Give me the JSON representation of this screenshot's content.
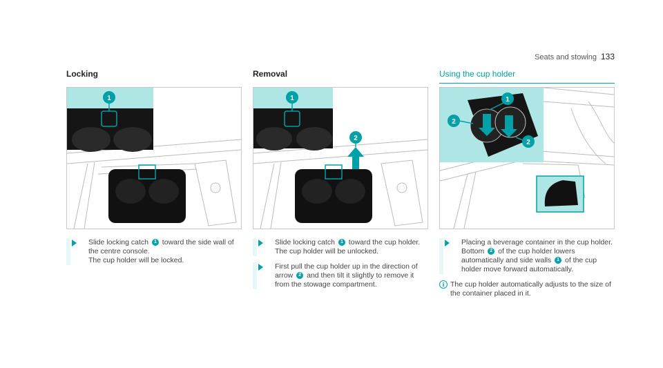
{
  "header": {
    "section": "Seats and stowing",
    "page": "133"
  },
  "columns": [
    {
      "title": "Locking",
      "callouts": [
        "1"
      ],
      "steps": [
        {
          "parts": [
            "Slide locking catch ",
            "1",
            " toward the side wall of the centre console."
          ],
          "result": "The cup holder will be locked."
        }
      ]
    },
    {
      "title": "Removal",
      "callouts": [
        "1",
        "2"
      ],
      "steps": [
        {
          "parts": [
            "Slide locking catch ",
            "1",
            " toward the cup holder."
          ],
          "result": "The cup holder will be unlocked."
        },
        {
          "parts": [
            "First pull the cup holder up in the direction of arrow ",
            "2",
            " and then tilt it slightly to remove it from the stowage compartment."
          ],
          "result": ""
        }
      ]
    },
    {
      "title": "Using the cup holder",
      "callouts": [
        "1",
        "2",
        "2"
      ],
      "steps": [
        {
          "parts": [
            "Placing a beverage container in the cup holder."
          ],
          "result": ""
        }
      ],
      "detail": {
        "parts": [
          "Bottom ",
          "2",
          " of the cup holder lowers automatically and side walls ",
          "1",
          " of the cup holder move forward automatically."
        ]
      },
      "info": {
        "icon": "i",
        "text": "The cup holder automatically adjusts to the size of the container placed in it."
      }
    }
  ],
  "colors": {
    "accent": "#00a0a8",
    "inset": "#aee6e6",
    "bar": "#e6f7f7"
  }
}
